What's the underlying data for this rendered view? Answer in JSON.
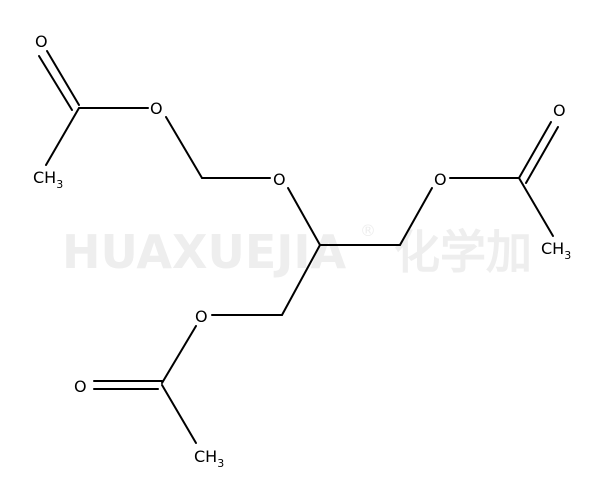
{
  "watermark": {
    "text": "HUAXUEJIA",
    "registered_mark": "®",
    "chinese": "化学加"
  },
  "atoms": {
    "o_top_left_carbonyl": "O",
    "o_top_left_ester": "O",
    "ch3_top_left": "CH",
    "ch3_top_left_sub": "3",
    "o_ether": "O",
    "o_right_ester": "O",
    "o_right_carbonyl": "O",
    "ch3_right": "CH",
    "ch3_right_sub": "3",
    "o_bottom_ester": "O",
    "o_bottom_carbonyl": "O",
    "ch3_bottom": "CH",
    "ch3_bottom_sub": "3"
  }
}
